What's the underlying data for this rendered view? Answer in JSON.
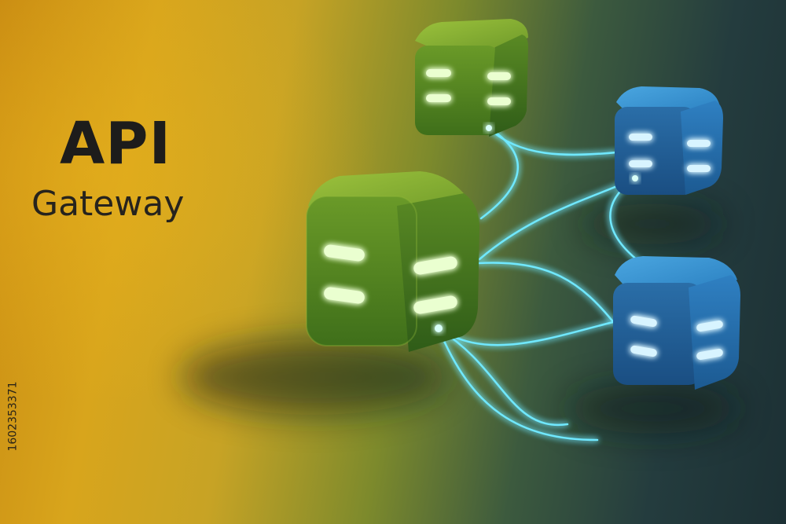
{
  "heading": {
    "title": "API",
    "subtitle": "Gateway"
  },
  "stock_id": "1602353371",
  "palette": {
    "background_warm": "#d8a51c",
    "background_dark": "#1c3034",
    "green_cube": "#6f9a2a",
    "blue_cube": "#2a7fc0",
    "cable_glow": "#6fe8ff",
    "slot_glow": "#eaffd0"
  },
  "objects": {
    "green_cubes": 2,
    "blue_cubes": 2,
    "cables": "glowing cyan connections"
  }
}
